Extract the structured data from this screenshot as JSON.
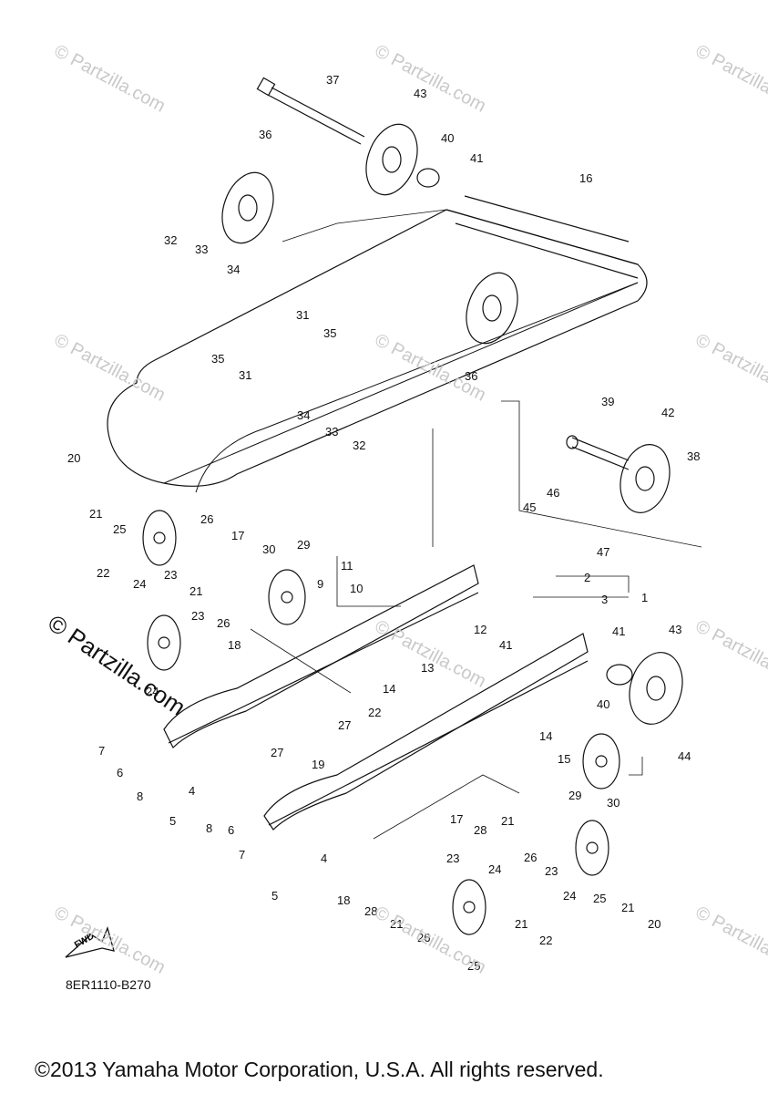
{
  "diagram_code": "8ER1110-B270",
  "copyright": "©2013 Yamaha Motor Corporation, U.S.A. All rights reserved.",
  "watermark": "© Partzilla.com",
  "fwd_label": "FWD",
  "callouts": [
    {
      "id": "c37",
      "text": "37"
    },
    {
      "id": "c43a",
      "text": "43"
    },
    {
      "id": "c36a",
      "text": "36"
    },
    {
      "id": "c40a",
      "text": "40"
    },
    {
      "id": "c41a",
      "text": "41"
    },
    {
      "id": "c16",
      "text": "16"
    },
    {
      "id": "c32a",
      "text": "32"
    },
    {
      "id": "c33a",
      "text": "33"
    },
    {
      "id": "c34a",
      "text": "34"
    },
    {
      "id": "c35a",
      "text": "35"
    },
    {
      "id": "c31a",
      "text": "31"
    },
    {
      "id": "c31b",
      "text": "31"
    },
    {
      "id": "c35b",
      "text": "35"
    },
    {
      "id": "c36b",
      "text": "36"
    },
    {
      "id": "c34b",
      "text": "34"
    },
    {
      "id": "c33b",
      "text": "33"
    },
    {
      "id": "c32b",
      "text": "32"
    },
    {
      "id": "c39",
      "text": "39"
    },
    {
      "id": "c42",
      "text": "42"
    },
    {
      "id": "c38",
      "text": "38"
    },
    {
      "id": "c20a",
      "text": "20"
    },
    {
      "id": "c21a",
      "text": "21"
    },
    {
      "id": "c25a",
      "text": "25"
    },
    {
      "id": "c24a",
      "text": "24"
    },
    {
      "id": "c26a",
      "text": "26"
    },
    {
      "id": "c23a",
      "text": "23"
    },
    {
      "id": "c21b",
      "text": "21"
    },
    {
      "id": "c17a",
      "text": "17"
    },
    {
      "id": "c30a",
      "text": "30"
    },
    {
      "id": "c29a",
      "text": "29"
    },
    {
      "id": "c22a",
      "text": "22"
    },
    {
      "id": "c11",
      "text": "11"
    },
    {
      "id": "c9",
      "text": "9"
    },
    {
      "id": "c10",
      "text": "10"
    },
    {
      "id": "c46",
      "text": "46"
    },
    {
      "id": "c45",
      "text": "45"
    },
    {
      "id": "c47",
      "text": "47"
    },
    {
      "id": "c2",
      "text": "2"
    },
    {
      "id": "c3",
      "text": "3"
    },
    {
      "id": "c1",
      "text": "1"
    },
    {
      "id": "c23b",
      "text": "23"
    },
    {
      "id": "c26b",
      "text": "26"
    },
    {
      "id": "c18a",
      "text": "18"
    },
    {
      "id": "c24b",
      "text": "24"
    },
    {
      "id": "c12",
      "text": "12"
    },
    {
      "id": "c41b",
      "text": "41"
    },
    {
      "id": "c41c",
      "text": "41"
    },
    {
      "id": "c43b",
      "text": "43"
    },
    {
      "id": "c13",
      "text": "13"
    },
    {
      "id": "c14a",
      "text": "14"
    },
    {
      "id": "c22b",
      "text": "22"
    },
    {
      "id": "c40b",
      "text": "40"
    },
    {
      "id": "c44",
      "text": "44"
    },
    {
      "id": "c7a",
      "text": "7"
    },
    {
      "id": "c6a",
      "text": "6"
    },
    {
      "id": "c8a",
      "text": "8"
    },
    {
      "id": "c4a",
      "text": "4"
    },
    {
      "id": "c5a",
      "text": "5"
    },
    {
      "id": "c27a",
      "text": "27"
    },
    {
      "id": "c27b",
      "text": "27"
    },
    {
      "id": "c19",
      "text": "19"
    },
    {
      "id": "c14b",
      "text": "14"
    },
    {
      "id": "c15",
      "text": "15"
    },
    {
      "id": "c29b",
      "text": "29"
    },
    {
      "id": "c30b",
      "text": "30"
    },
    {
      "id": "c8b",
      "text": "8"
    },
    {
      "id": "c6b",
      "text": "6"
    },
    {
      "id": "c7b",
      "text": "7"
    },
    {
      "id": "c4b",
      "text": "4"
    },
    {
      "id": "c5b",
      "text": "5"
    },
    {
      "id": "c17b",
      "text": "17"
    },
    {
      "id": "c28a",
      "text": "28"
    },
    {
      "id": "c21c",
      "text": "21"
    },
    {
      "id": "c26c",
      "text": "26"
    },
    {
      "id": "c23c",
      "text": "23"
    },
    {
      "id": "c18b",
      "text": "18"
    },
    {
      "id": "c28b",
      "text": "28"
    },
    {
      "id": "c21d",
      "text": "21"
    },
    {
      "id": "c26d",
      "text": "26"
    },
    {
      "id": "c23d",
      "text": "23"
    },
    {
      "id": "c24c",
      "text": "24"
    },
    {
      "id": "c25b",
      "text": "25"
    },
    {
      "id": "c21e",
      "text": "21"
    },
    {
      "id": "c22c",
      "text": "22"
    },
    {
      "id": "c24d",
      "text": "24"
    },
    {
      "id": "c25c",
      "text": "25"
    },
    {
      "id": "c21f",
      "text": "21"
    },
    {
      "id": "c20b",
      "text": "20"
    }
  ]
}
